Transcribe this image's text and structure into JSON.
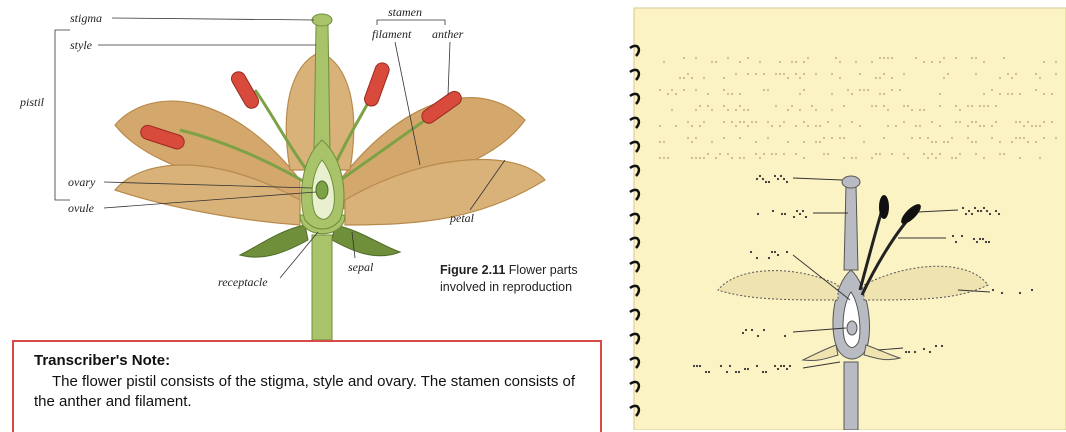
{
  "diagram": {
    "labels": {
      "stigma": "stigma",
      "style": "style",
      "stamen": "stamen",
      "filament": "filament",
      "anther": "anther",
      "pistil": "pistil",
      "ovary": "ovary",
      "ovule": "ovule",
      "petal": "petal",
      "receptacle": "receptacle",
      "sepal": "sepal"
    },
    "caption": {
      "figure_number": "Figure 2.11",
      "text": "Flower parts involved in reproduction"
    }
  },
  "transcriber_note": {
    "title": "Transcriber's Note:",
    "body": "The flower pistil consists of the stigma, style and ovary. The stamen consists of the anther and filament."
  },
  "colors": {
    "petal": "#d9b27a",
    "stem": "#9bb85a",
    "anther": "#d84a3c",
    "note_border": "#d64a48",
    "braille_page": "#fcf3c5",
    "tactile_pistil": "#b8bcc2"
  }
}
